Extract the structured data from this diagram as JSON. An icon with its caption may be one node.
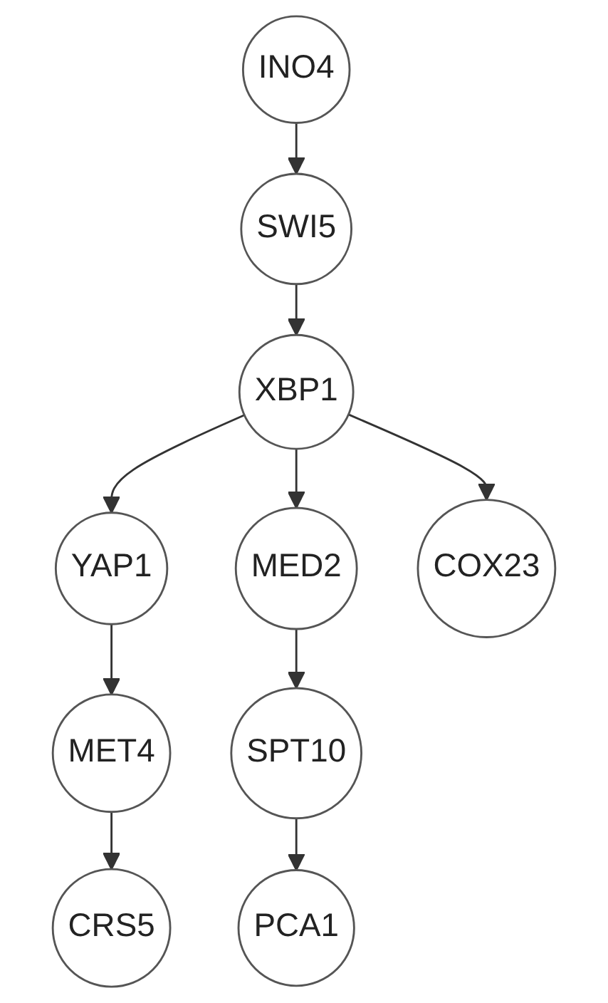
{
  "diagram": {
    "nodes": [
      {
        "text": [
          "INO4"
        ]
      },
      {
        "text": [
          "SWI5"
        ]
      },
      {
        "text": [
          "XBP1"
        ]
      },
      {
        "text": [
          "YAP1"
        ]
      },
      {
        "text": [
          "MED2"
        ]
      },
      {
        "text": [
          "COX23"
        ]
      },
      {
        "text": [
          "MET4"
        ]
      },
      {
        "text": [
          "SPT10"
        ]
      },
      {
        "text": [
          "CRS5"
        ]
      },
      {
        "text": [
          "PCA1"
        ]
      }
    ],
    "edges": [
      {
        "from": 0,
        "to": 1,
        "arrow": "to"
      },
      {
        "from": 1,
        "to": 2,
        "arrow": "to"
      },
      {
        "from": 2,
        "to": 3,
        "arrow": "to"
      },
      {
        "from": 2,
        "to": 4,
        "arrow": "to"
      },
      {
        "from": 2,
        "to": 5,
        "arrow": "to"
      },
      {
        "from": 3,
        "to": 6,
        "arrow": "to"
      },
      {
        "from": 4,
        "to": 7,
        "arrow": "to"
      },
      {
        "from": 6,
        "to": 8,
        "arrow": "to"
      },
      {
        "from": 7,
        "to": 9,
        "arrow": "to"
      }
    ]
  }
}
